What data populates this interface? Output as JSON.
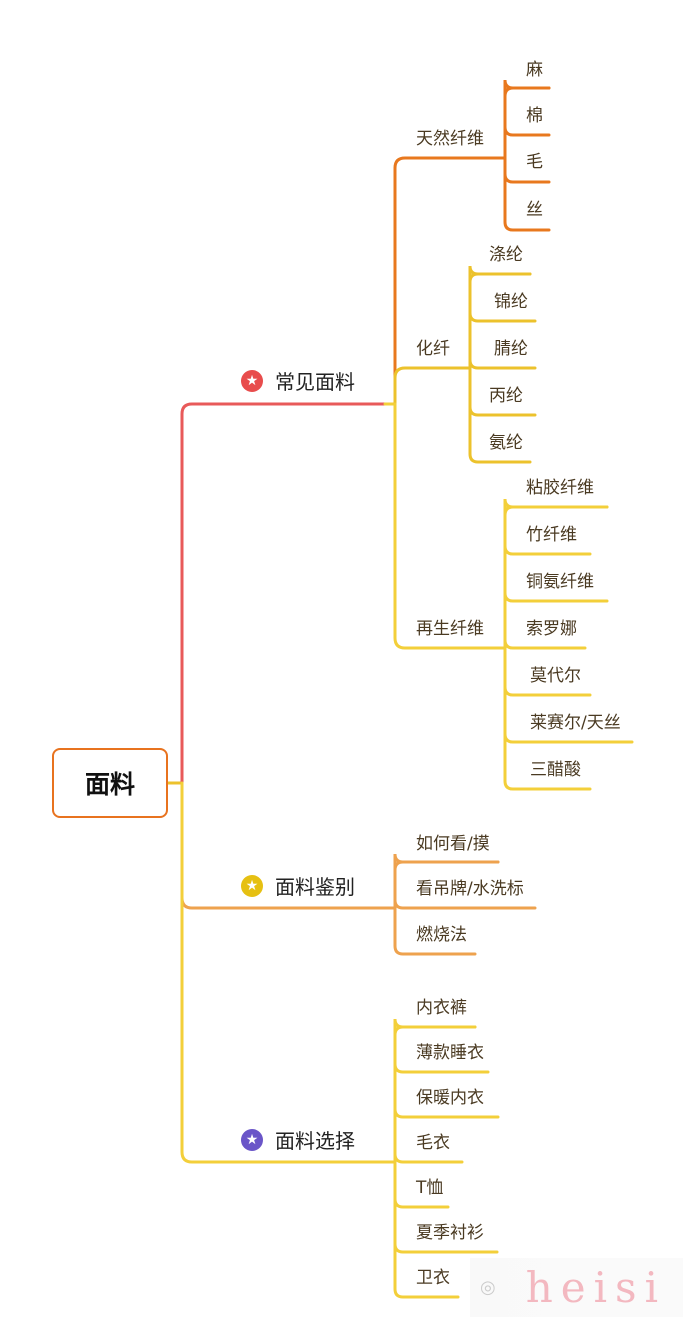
{
  "root": "面料",
  "colors": {
    "red": "#e85a5a",
    "orange": "#e8781e",
    "amber": "#eea24e",
    "yellow": "#f3cf3a",
    "gold": "#ecc22c",
    "icon_red": "#e84c4c",
    "icon_yellow": "#e6c012",
    "icon_purple": "#6a55c8"
  },
  "branches": [
    {
      "label": "常见面料",
      "icon": "star-icon",
      "children": [
        {
          "label": "天然纤维",
          "children": [
            "麻",
            "棉",
            "毛",
            "丝"
          ]
        },
        {
          "label": "化纤",
          "children": [
            "涤纶",
            "锦纶",
            "腈纶",
            "丙纶",
            "氨纶"
          ]
        },
        {
          "label": "再生纤维",
          "children": [
            "粘胶纤维",
            "竹纤维",
            "铜氨纤维",
            "索罗娜",
            "莫代尔",
            "莱赛尔/天丝",
            "三醋酸"
          ]
        }
      ]
    },
    {
      "label": "面料鉴别",
      "icon": "star-icon",
      "children": [
        "如何看/摸",
        "看吊牌/水洗标",
        "燃烧法"
      ]
    },
    {
      "label": "面料选择",
      "icon": "star-icon",
      "children": [
        "内衣裤",
        "薄款睡衣",
        "保暖内衣",
        "毛衣",
        "T恤",
        "夏季衬衫",
        "卫衣"
      ]
    }
  ],
  "watermark": "heisi"
}
